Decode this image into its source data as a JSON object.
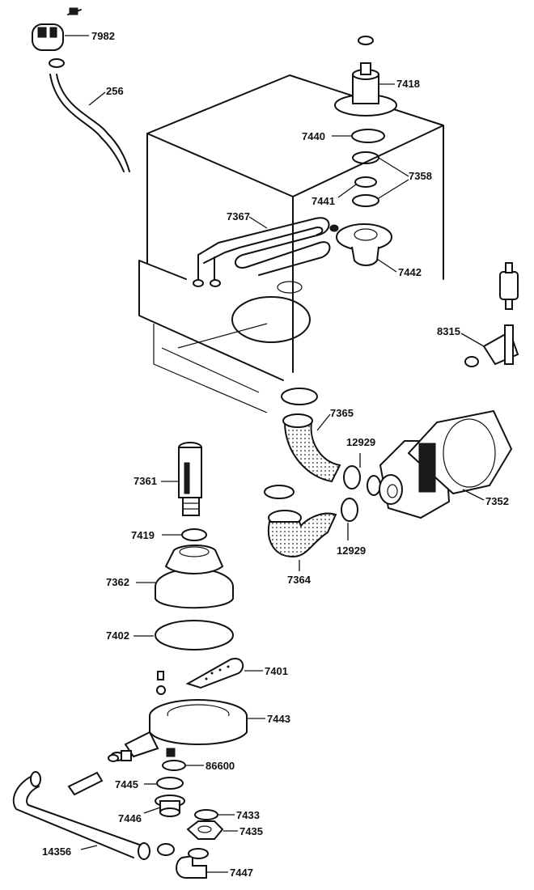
{
  "parts": [
    {
      "id": "p7982",
      "label": "7982"
    },
    {
      "id": "p256",
      "label": "256"
    },
    {
      "id": "p7418",
      "label": "7418"
    },
    {
      "id": "p7440",
      "label": "7440"
    },
    {
      "id": "p7358",
      "label": "7358"
    },
    {
      "id": "p7441",
      "label": "7441"
    },
    {
      "id": "p7367",
      "label": "7367"
    },
    {
      "id": "p7442",
      "label": "7442"
    },
    {
      "id": "p8315",
      "label": "8315"
    },
    {
      "id": "p7365",
      "label": "7365"
    },
    {
      "id": "p12929a",
      "label": "12929"
    },
    {
      "id": "p7361",
      "label": "7361"
    },
    {
      "id": "p7352",
      "label": "7352"
    },
    {
      "id": "p7419",
      "label": "7419"
    },
    {
      "id": "p12929b",
      "label": "12929"
    },
    {
      "id": "p7362",
      "label": "7362"
    },
    {
      "id": "p7364",
      "label": "7364"
    },
    {
      "id": "p7402",
      "label": "7402"
    },
    {
      "id": "p7401",
      "label": "7401"
    },
    {
      "id": "p7443",
      "label": "7443"
    },
    {
      "id": "p86600",
      "label": "86600"
    },
    {
      "id": "p7445",
      "label": "7445"
    },
    {
      "id": "p7446",
      "label": "7446"
    },
    {
      "id": "p7433",
      "label": "7433"
    },
    {
      "id": "p7435",
      "label": "7435"
    },
    {
      "id": "p14356",
      "label": "14356"
    },
    {
      "id": "p7447",
      "label": "7447"
    }
  ]
}
